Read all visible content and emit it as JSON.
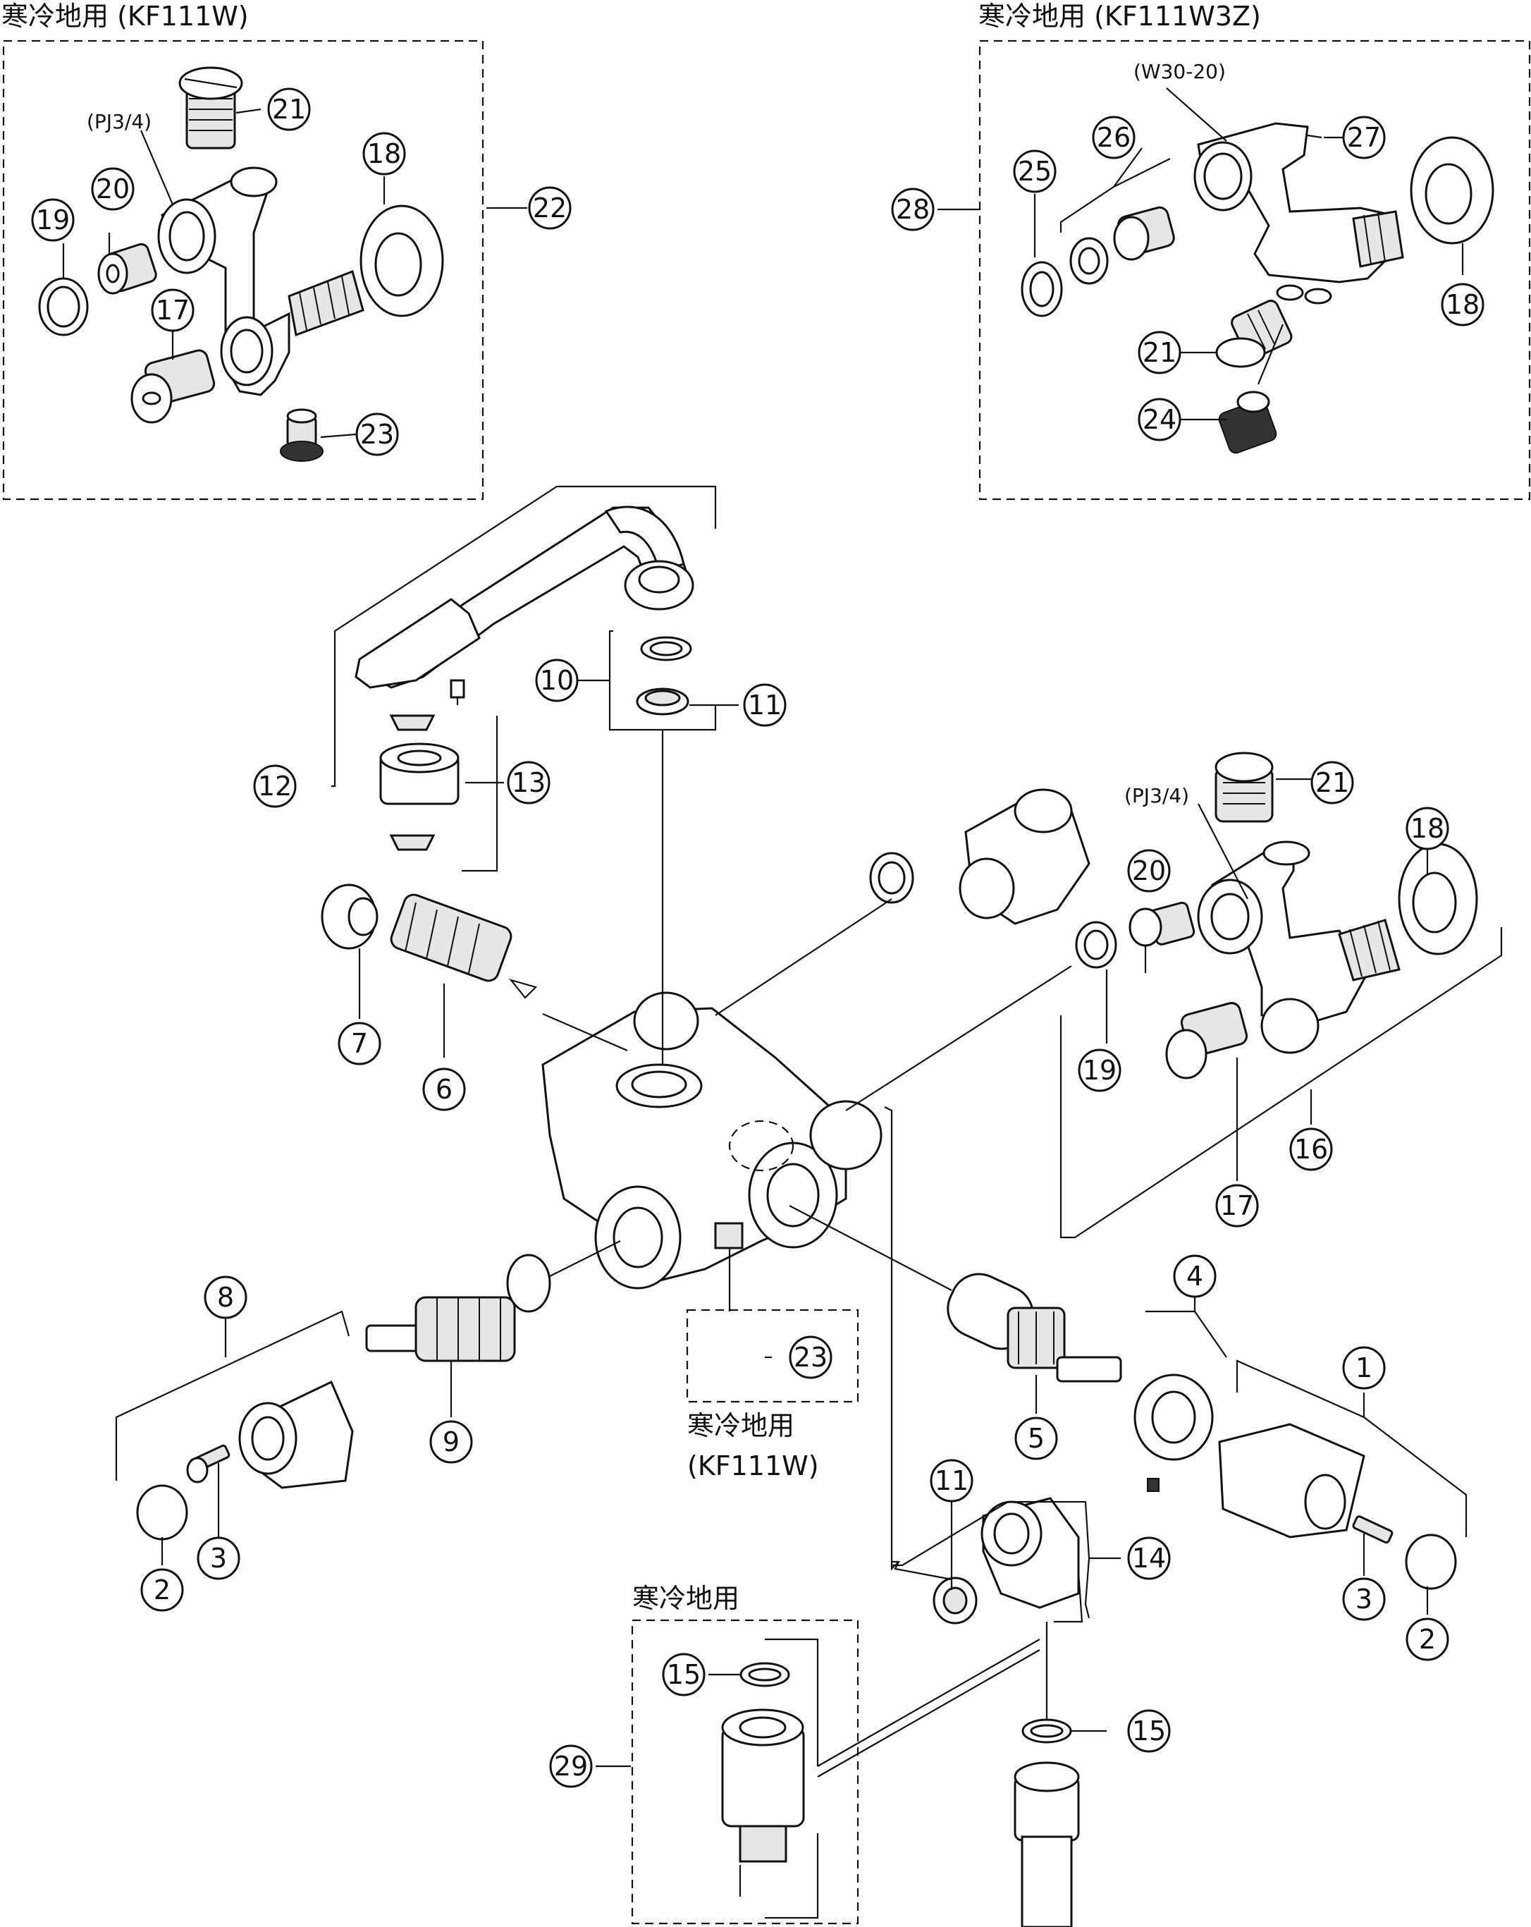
{
  "titles": {
    "top_left": "寒冷地用 (KF111W)",
    "top_right": "寒冷地用 (KF111W3Z)",
    "center": "寒冷地用",
    "center_model": "(KF111W)",
    "bottom": "寒冷地用"
  },
  "annotations": {
    "pj_top_left": "(PJ3/4)",
    "pj_middle_right": "(PJ3/4)",
    "w30": "(W30-20)"
  },
  "callouts": {
    "c1": "1",
    "c2a": "2",
    "c2b": "2",
    "c3a": "3",
    "c3b": "3",
    "c4": "4",
    "c5": "5",
    "c6": "6",
    "c7": "7",
    "c8": "8",
    "c9": "9",
    "c10": "10",
    "c11a": "11",
    "c11b": "11",
    "c12": "12",
    "c13": "13",
    "c14": "14",
    "c15a": "15",
    "c15b": "15",
    "c16": "16",
    "c17a": "17",
    "c17b": "17",
    "c18a": "18",
    "c18b": "18",
    "c18c": "18",
    "c19a": "19",
    "c19b": "19",
    "c20a": "20",
    "c20b": "20",
    "c21a": "21",
    "c21b": "21",
    "c21c": "21",
    "c22": "22",
    "c23a": "23",
    "c23b": "23",
    "c24": "24",
    "c25": "25",
    "c26": "26",
    "c27": "27",
    "c28": "28",
    "c29": "29"
  }
}
